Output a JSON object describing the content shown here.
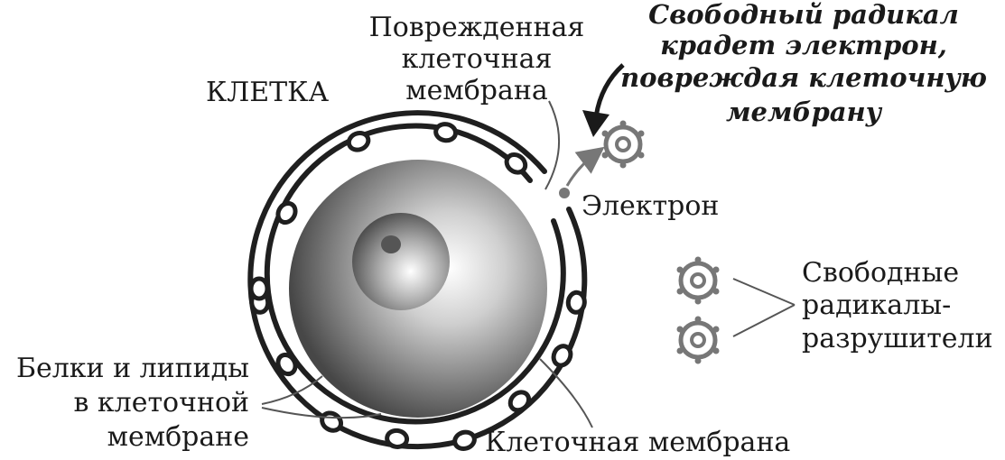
{
  "labels": {
    "cell": "КЛЕТКА",
    "damaged_membrane": [
      "Поврежденная",
      "клеточная",
      "мембрана"
    ],
    "radical_caption": [
      "Свободный радикал",
      "крадет электрон,",
      "повреждая клеточную",
      "мембрану"
    ],
    "electron": "Электрон",
    "free_radicals": [
      "Свободные",
      "радикалы-",
      "разрушители"
    ],
    "proteins_lipids": [
      "Белки и липиды",
      "в клеточной",
      "мембране"
    ],
    "cell_membrane": "Клеточная мембрана"
  },
  "colors": {
    "ink": "#1a1a1a",
    "membrane": "#1f1f1f",
    "radical": "#777777",
    "leader": "#555555"
  }
}
